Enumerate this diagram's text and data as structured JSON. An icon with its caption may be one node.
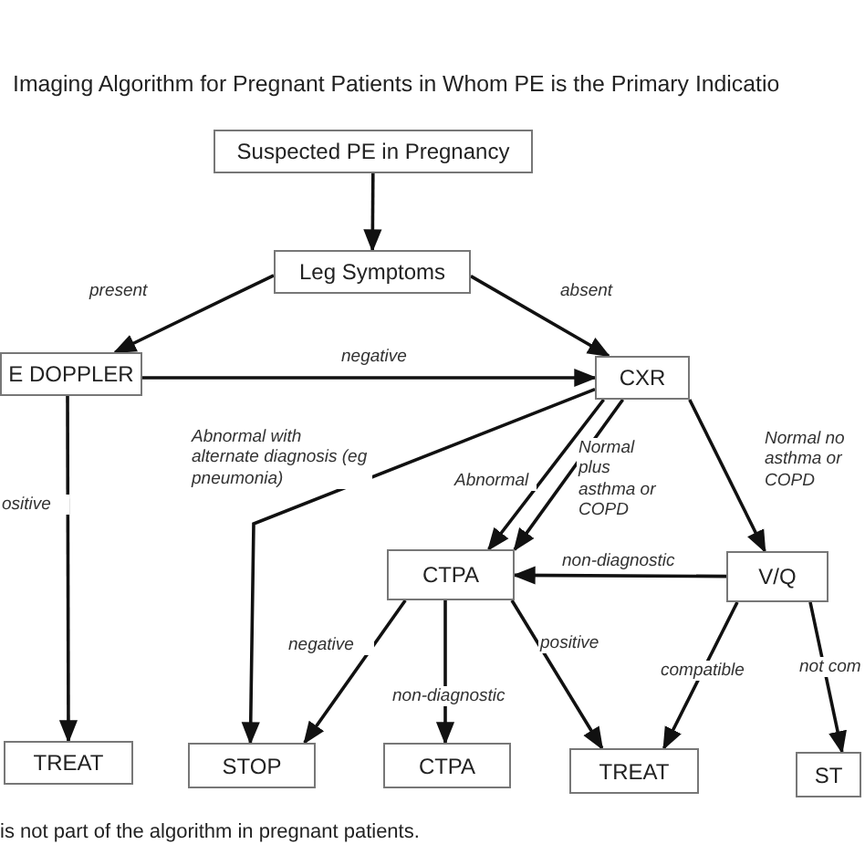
{
  "diagram": {
    "title": "Imaging Algorithm for Pregnant Patients in Whom PE is the Primary Indicatio",
    "nodes": [
      {
        "text": [
          "Suspected PE in Pregnancy"
        ]
      },
      {
        "text": [
          "Leg Symptoms"
        ]
      },
      {
        "text": [
          "E DOPPLER"
        ]
      },
      {
        "text": [
          "CXR"
        ]
      },
      {
        "text": [
          "CTPA"
        ]
      },
      {
        "text": [
          "V/Q"
        ]
      },
      {
        "text": [
          "TREAT"
        ]
      },
      {
        "text": [
          "STOP"
        ]
      },
      {
        "text": [
          "CTPA"
        ]
      },
      {
        "text": [
          "TREAT"
        ]
      },
      {
        "text": [
          "ST"
        ]
      }
    ],
    "edges": [
      {
        "from": 0,
        "to": 1,
        "arrow": "to"
      },
      {
        "from": 1,
        "to": 2,
        "arrow": "to",
        "label": "present"
      },
      {
        "from": 1,
        "to": 3,
        "arrow": "to",
        "label": "absent"
      },
      {
        "from": 2,
        "to": 3,
        "arrow": "to",
        "label": "negative"
      },
      {
        "from": 2,
        "to": 6,
        "arrow": "to",
        "label": "ositive"
      },
      {
        "from": 3,
        "to": 7,
        "arrow": "to",
        "label": "Abnormal with alternate diagnosis (eg pneumonia)"
      },
      {
        "from": 3,
        "to": 4,
        "arrow": "to",
        "label": "Abnormal"
      },
      {
        "from": 3,
        "to": 4,
        "arrow": "to",
        "label": "Normal plus asthma or COPD"
      },
      {
        "from": 3,
        "to": 5,
        "arrow": "to",
        "label": "Normal no asthma or COPD"
      },
      {
        "from": 5,
        "to": 4,
        "arrow": "to",
        "label": "non-diagnostic"
      },
      {
        "from": 4,
        "to": 7,
        "arrow": "to",
        "label": "negative"
      },
      {
        "from": 4,
        "to": 8,
        "arrow": "to",
        "label": "non-diagnostic"
      },
      {
        "from": 4,
        "to": 9,
        "arrow": "to",
        "label": "positive"
      },
      {
        "from": 5,
        "to": 9,
        "arrow": "to",
        "label": "compatible"
      },
      {
        "from": 5,
        "to": 10,
        "arrow": "to",
        "label": "not com"
      }
    ],
    "labels": [
      "is not part of the algorithm in pregnant patients."
    ]
  }
}
